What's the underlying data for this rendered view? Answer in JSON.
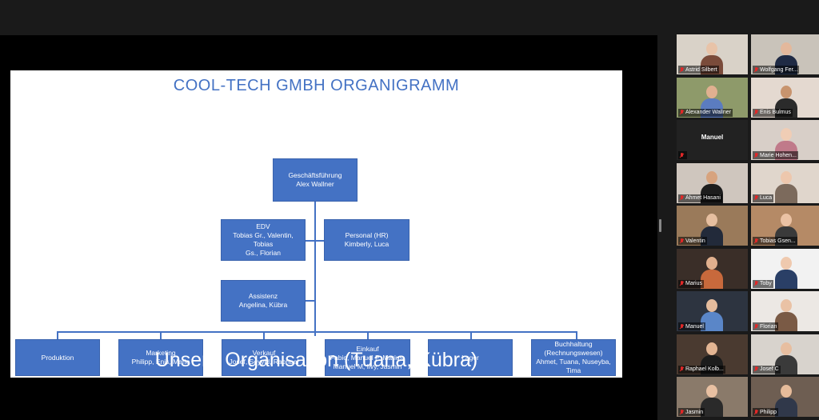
{
  "slide": {
    "title": "COOL-TECH GMBH ORGANIGRAMM",
    "caption": "Unsere Organisation (Tuana, Kübra)"
  },
  "org": {
    "ceo": {
      "role": "Geschäftsführung",
      "members": "Alex Wallner"
    },
    "edv": {
      "role": "EDV",
      "members_1": "Tobias Gr., Valentin, Tobias",
      "members_2": "Gs., Florian"
    },
    "hr": {
      "role": "Personal (HR)",
      "members": "Kimberly, Luca"
    },
    "assist": {
      "role": "Assistenz",
      "members": "Angelina, Kübra"
    },
    "departments": [
      {
        "role": "Produktion",
        "members_1": "",
        "members_2": ""
      },
      {
        "role": "Marketing",
        "members_1": "Philipp, Enis, Marie",
        "members_2": ""
      },
      {
        "role": "Verkauf",
        "members_1": "Josef, Seyyid, Raphael",
        "members_2": ""
      },
      {
        "role": "Einkauf",
        "members_1": "Fabio, Manuel P, Marius,",
        "members_2": "Manuel M, Ilvy, Jasmin"
      },
      {
        "role": "Lager",
        "members_1": "",
        "members_2": ""
      },
      {
        "role": "Buchhaltung",
        "role_2": "(Rechnungswesen)",
        "members_1": "Ahmet, Tuana, Nuseyba,",
        "members_2": "Tima"
      }
    ]
  },
  "participants": [
    {
      "name": "Astrid Silbert",
      "bg": "#d9d2c8",
      "skin": "#e8c3a8",
      "shirt": "#7a4b3a"
    },
    {
      "name": "Wolfgang Fer...",
      "bg": "#c9c3ba",
      "skin": "#e3b89c",
      "shirt": "#1f2a44"
    },
    {
      "name": "Alexander Wallner",
      "bg": "#8e9a6a",
      "skin": "#e0b090",
      "shirt": "#5b7cc0"
    },
    {
      "name": "Enis Bulmus",
      "bg": "#e4d9d0",
      "skin": "#c8946e",
      "shirt": "#2b2b2b"
    },
    {
      "name": "Manuel",
      "bg": "#222222",
      "skin": "",
      "shirt": ""
    },
    {
      "name": "Marie Hohen...",
      "bg": "#d8cfc8",
      "skin": "#f0cdb5",
      "shirt": "#c07a8a"
    },
    {
      "name": "Ahmet Hasani",
      "bg": "#cfc6be",
      "skin": "#d7a37e",
      "shirt": "#1d1d1d"
    },
    {
      "name": "Luca",
      "bg": "#e0d6cc",
      "skin": "#edc7ad",
      "shirt": "#7c6a5c"
    },
    {
      "name": "Valentin",
      "bg": "#9a7a5a",
      "skin": "#e6bfa0",
      "shirt": "#222a3a"
    },
    {
      "name": "Tobias Gsen...",
      "bg": "#b58a66",
      "skin": "#ebc2a4",
      "shirt": "#3a3a3a"
    },
    {
      "name": "Marius",
      "bg": "#3a2e28",
      "skin": "#e1b08e",
      "shirt": "#c8693c"
    },
    {
      "name": "Toby",
      "bg": "#f2f2f2",
      "skin": "#efc9ae",
      "shirt": "#2a3f66"
    },
    {
      "name": "Manuel",
      "bg": "#2d3440",
      "skin": "#e5bc9d",
      "shirt": "#5a86c8"
    },
    {
      "name": "Florian",
      "bg": "#ece8e4",
      "skin": "#eac2a5",
      "shirt": "#7a5a45"
    },
    {
      "name": "Raphael Kolb...",
      "bg": "#4a3a30",
      "skin": "#e3b593",
      "shirt": "#1c1c1c"
    },
    {
      "name": "Josef C",
      "bg": "#d8d3cd",
      "skin": "#e7bea0",
      "shirt": "#3a3a3a"
    },
    {
      "name": "Jasmin",
      "bg": "#8a7a6a",
      "skin": "#e8c0a2",
      "shirt": "#2a2a2a"
    },
    {
      "name": "Philipp",
      "bg": "#6e5e52",
      "skin": "#e6bb9a",
      "shirt": "#30384a"
    }
  ]
}
